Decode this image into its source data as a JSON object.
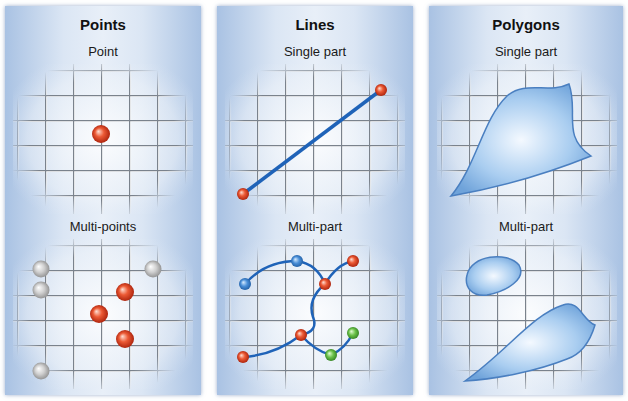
{
  "diagram": {
    "nodes": [
      {
        "text": [
          "Points"
        ]
      },
      {
        "text": [
          "Point"
        ],
        "in": 0
      },
      {
        "text": [
          "Multi-points"
        ],
        "in": 0
      },
      {
        "text": [
          "Lines"
        ]
      },
      {
        "text": [
          "Single part"
        ],
        "in": 3
      },
      {
        "text": [
          "Multi-part"
        ],
        "in": 3
      },
      {
        "text": [
          "Polygons"
        ]
      },
      {
        "text": [
          "Single part"
        ],
        "in": 6
      },
      {
        "text": [
          "Multi-part"
        ],
        "in": 6
      }
    ]
  }
}
